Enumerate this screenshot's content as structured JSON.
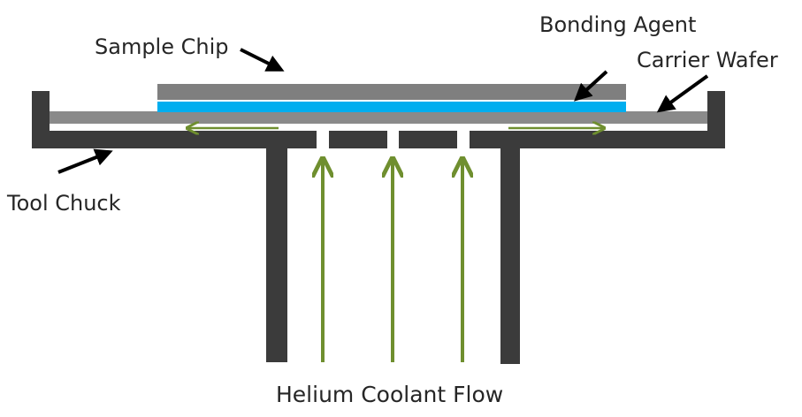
{
  "labels": {
    "sample_chip": "Sample Chip",
    "bonding_agent": "Bonding Agent",
    "carrier_wafer": "Carrier Wafer",
    "tool_chuck": "Tool Chuck",
    "helium_flow": "Helium Coolant Flow"
  },
  "colors": {
    "chuck": "#3b3b3b",
    "carrier_wafer": "#8a8a8a",
    "sample_chip": "#7f7f7f",
    "bonding_agent": "#00aeef",
    "flow_arrow": "#6f8f2f",
    "pointer_arrow": "#000000",
    "text": "#262626"
  }
}
